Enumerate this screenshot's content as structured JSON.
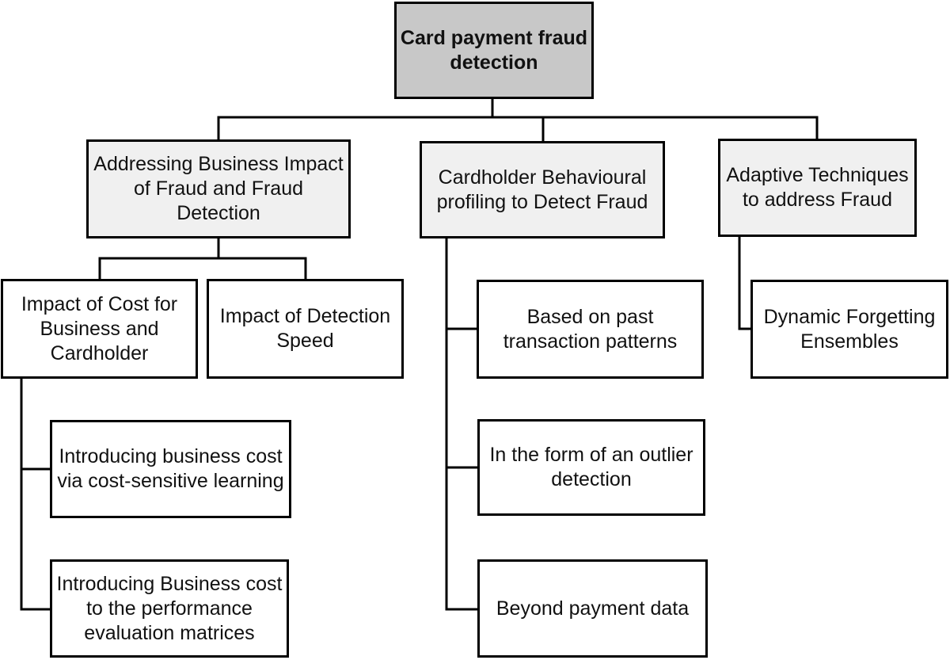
{
  "diagram": {
    "root": {
      "label": "Card payment fraud\ndetection"
    },
    "branches": [
      {
        "label": "Addressing Business Impact\nof Fraud and Fraud\nDetection",
        "children": [
          {
            "label": "Impact of Cost for\nBusiness and\nCardholder",
            "children": [
              {
                "label": "Introducing business cost\nvia cost-sensitive learning"
              },
              {
                "label": "Introducing Business cost\nto the performance\nevaluation matrices"
              }
            ]
          },
          {
            "label": "Impact of Detection\nSpeed"
          }
        ]
      },
      {
        "label": "Cardholder Behavioural\nprofiling to Detect Fraud",
        "children": [
          {
            "label": "Based on past\ntransaction patterns"
          },
          {
            "label": "In the form of an outlier\ndetection"
          },
          {
            "label": "Beyond payment data"
          }
        ]
      },
      {
        "label": "Adaptive Techniques\nto address Fraud",
        "children": [
          {
            "label": "Dynamic Forgetting\nEnsembles"
          }
        ]
      }
    ]
  },
  "colors": {
    "root_fill": "#c8c8c8",
    "branch_fill": "#f0f0f0",
    "leaf_fill": "#ffffff",
    "line": "#000000"
  }
}
